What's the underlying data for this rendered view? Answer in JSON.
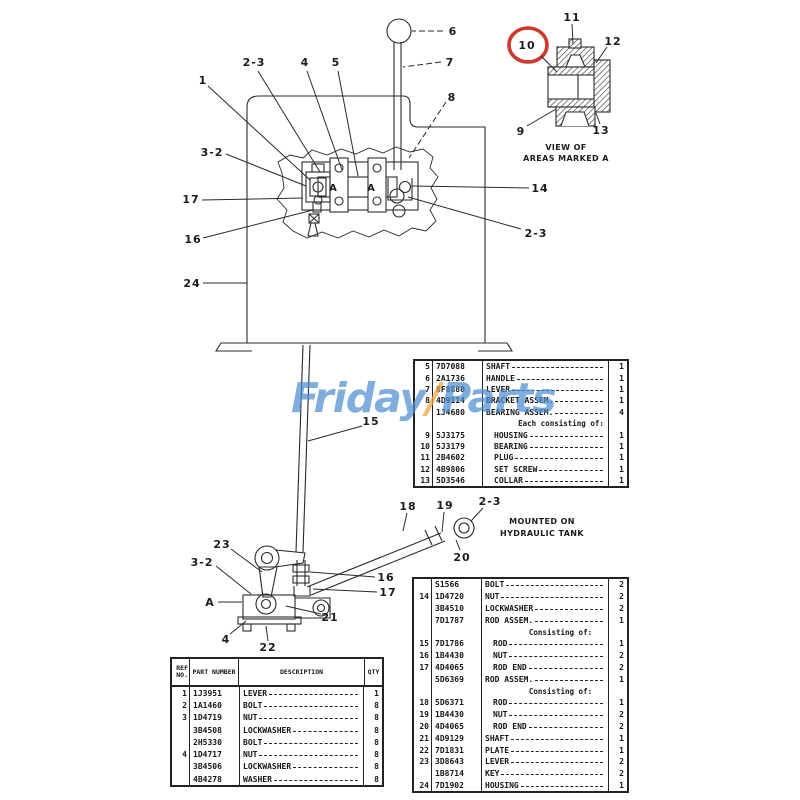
{
  "watermark": {
    "part1": "Friday",
    "slash": "/",
    "part2": "Parts"
  },
  "colors": {
    "line": "#222222",
    "highlight_red": "#cf382b",
    "watermark_blue": "#4e8fd2",
    "watermark_orange": "#f0a23c"
  },
  "detail_view": {
    "c9": "9",
    "c10": "10",
    "c11": "11",
    "c12": "12",
    "c13": "13",
    "caption_line1": "VIEW OF",
    "caption_line2": "AREAS MARKED A"
  },
  "upper_diagram": {
    "c1": "1",
    "c23a": "2-3",
    "c4": "4",
    "c5": "5",
    "c6": "6",
    "c7": "7",
    "c8": "8",
    "c32": "3-2",
    "c17": "17",
    "c16": "16",
    "c24": "24",
    "c14": "14",
    "c23b": "2-3",
    "c15": "15",
    "markA1": "A",
    "markA2": "A"
  },
  "lower_diagram": {
    "c23": "23",
    "c32": "3-2",
    "cA": "A",
    "c4": "4",
    "c22": "22",
    "c21": "21",
    "c16": "16",
    "c17": "17",
    "c18": "18",
    "c19": "19",
    "c20": "20",
    "c23b": "2-3",
    "note_line1": "MOUNTED ON",
    "note_line2": "HYDRAULIC TANK"
  },
  "tables": {
    "parts_upper": {
      "rows": [
        {
          "ref": "5",
          "part": "7D7088",
          "desc": "SHAFT",
          "qty": "1"
        },
        {
          "ref": "6",
          "part": "2A1736",
          "desc": "HANDLE",
          "qty": "1"
        },
        {
          "ref": "7",
          "part": "8F8880",
          "desc": "LEVER",
          "qty": "1"
        },
        {
          "ref": "8",
          "part": "4D9114",
          "desc": "BRACKET ASSEM.",
          "qty": "1"
        },
        {
          "ref": "",
          "part": "1J4680",
          "desc": "BEARING ASSEM.",
          "qty": "4"
        },
        {
          "sub": "Each consisting of:"
        },
        {
          "ref": "9",
          "part": "5J3175",
          "desc": "HOUSING",
          "qty": "1",
          "indent": true
        },
        {
          "ref": "10",
          "part": "5J3179",
          "desc": "BEARING",
          "qty": "1",
          "indent": true
        },
        {
          "ref": "11",
          "part": "2B4602",
          "desc": "PLUG",
          "qty": "1",
          "indent": true
        },
        {
          "ref": "12",
          "part": "4B9806",
          "desc": "SET SCREW",
          "qty": "1",
          "indent": true
        },
        {
          "ref": "13",
          "part": "5D3546",
          "desc": "COLLAR",
          "qty": "1",
          "indent": true
        }
      ]
    },
    "parts_lower": {
      "rows": [
        {
          "ref": "",
          "part": "S1566",
          "desc": "BOLT",
          "qty": "2"
        },
        {
          "ref": "14",
          "part": "1D4720",
          "desc": "NUT",
          "qty": "2"
        },
        {
          "ref": "",
          "part": "3B4510",
          "desc": "LOCKWASHER",
          "qty": "2"
        },
        {
          "ref": "",
          "part": "7D1787",
          "desc": "ROD ASSEM.",
          "qty": "1"
        },
        {
          "sub": "Consisting of:"
        },
        {
          "ref": "15",
          "part": "7D1786",
          "desc": "ROD",
          "qty": "1",
          "indent": true
        },
        {
          "ref": "16",
          "part": "1B4430",
          "desc": "NUT",
          "qty": "2",
          "indent": true
        },
        {
          "ref": "17",
          "part": "4D4065",
          "desc": "ROD END",
          "qty": "2",
          "indent": true
        },
        {
          "ref": "",
          "part": "5D6369",
          "desc": "ROD ASSEM.",
          "qty": "1"
        },
        {
          "sub": "Consisting of:"
        },
        {
          "ref": "18",
          "part": "5D6371",
          "desc": "ROD",
          "qty": "1",
          "indent": true
        },
        {
          "ref": "19",
          "part": "1B4430",
          "desc": "NUT",
          "qty": "2",
          "indent": true
        },
        {
          "ref": "20",
          "part": "4D4065",
          "desc": "ROD END",
          "qty": "2",
          "indent": true
        },
        {
          "ref": "21",
          "part": "4D9129",
          "desc": "SHAFT",
          "qty": "1"
        },
        {
          "ref": "22",
          "part": "7D1831",
          "desc": "PLATE",
          "qty": "1"
        },
        {
          "ref": "23",
          "part": "3D8643",
          "desc": "LEVER",
          "qty": "2"
        },
        {
          "ref": "",
          "part": "1B8714",
          "desc": "KEY",
          "qty": "2"
        },
        {
          "ref": "24",
          "part": "7D1902",
          "desc": "HOUSING",
          "qty": "1"
        }
      ]
    },
    "parts_main": {
      "headers": {
        "ref": "REF NO.",
        "part": "PART NUMBER",
        "desc": "DESCRIPTION",
        "qty": "QTY"
      },
      "rows": [
        {
          "ref": "1",
          "part": "1J3951",
          "desc": "LEVER",
          "qty": "1"
        },
        {
          "ref": "2",
          "part": "1A1460",
          "desc": "BOLT",
          "qty": "8"
        },
        {
          "ref": "3",
          "part": "1D4719",
          "desc": "NUT",
          "qty": "8"
        },
        {
          "ref": "",
          "part": "3B4508",
          "desc": "LOCKWASHER",
          "qty": "8"
        },
        {
          "ref": "",
          "part": "2H5330",
          "desc": "BOLT",
          "qty": "8"
        },
        {
          "ref": "4",
          "part": "1D4717",
          "desc": "NUT",
          "qty": "8"
        },
        {
          "ref": "",
          "part": "3B4506",
          "desc": "LOCKWASHER",
          "qty": "8"
        },
        {
          "ref": "",
          "part": "4B4278",
          "desc": "WASHER",
          "qty": "8"
        }
      ]
    }
  }
}
